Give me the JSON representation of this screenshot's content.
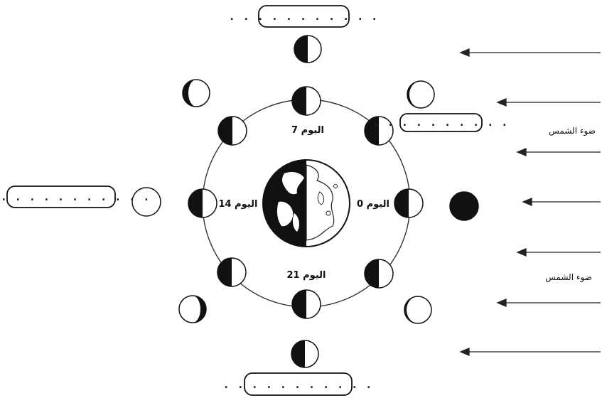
{
  "orbit_labels": {
    "day0": "اليوم 0",
    "day7": "اليوم 7",
    "day14": "اليوم 14",
    "day21": "اليوم 21"
  },
  "sunlight_labels": [
    "ضوء الشمس",
    "ضوء الشمس"
  ],
  "answer_boxes": {
    "top": ". . . . . . . . . . .",
    "right": ". . . . . . . . . .",
    "left": ". . . . . . . . . . . . .",
    "bottom": ". . . . . . . . . . ."
  },
  "colors": {
    "ink": "#111111",
    "paper": "#ffffff"
  }
}
